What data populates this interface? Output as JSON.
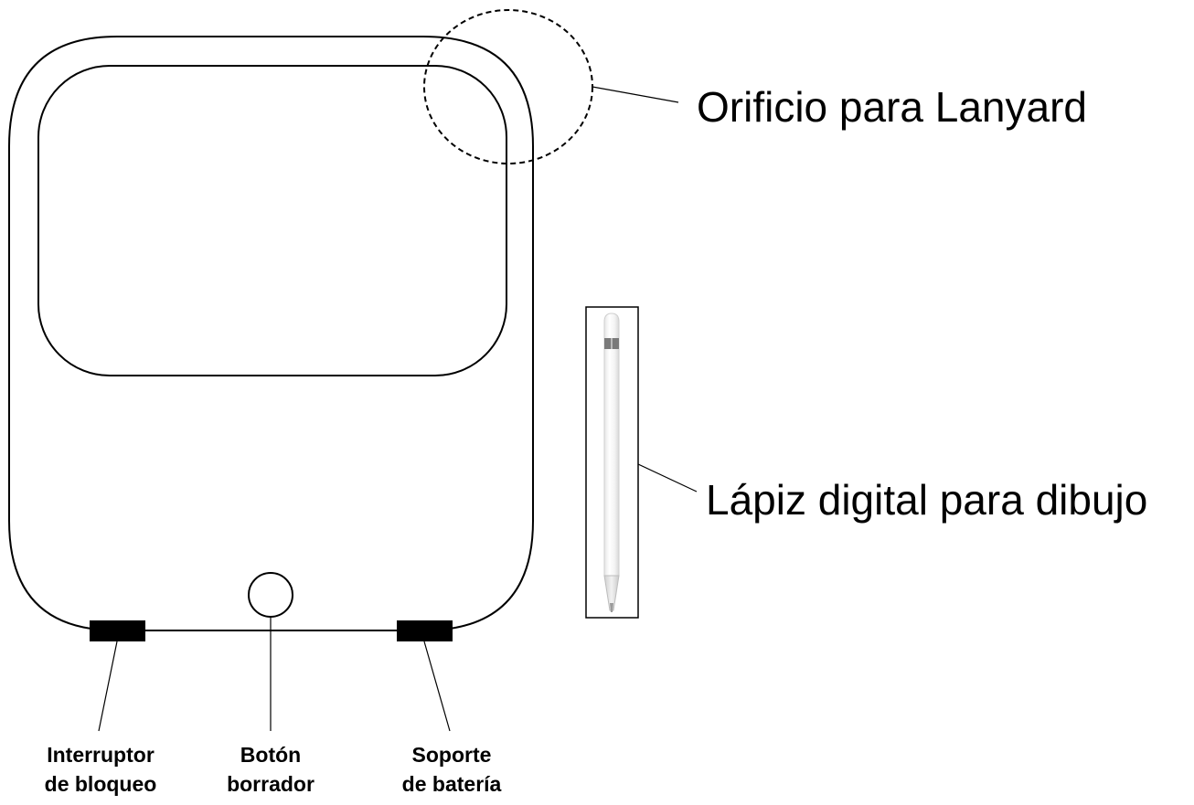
{
  "labels": {
    "lanyard_hole": "Orificio para Lanyard",
    "stylus": "Lápiz digital para dibujo",
    "lock_switch": {
      "line1": "Interruptor",
      "line2": "de bloqueo"
    },
    "erase_button": {
      "line1": "Botón",
      "line2": "borrador"
    },
    "battery_holder": {
      "line1": "Soporte",
      "line2": "de batería"
    }
  }
}
